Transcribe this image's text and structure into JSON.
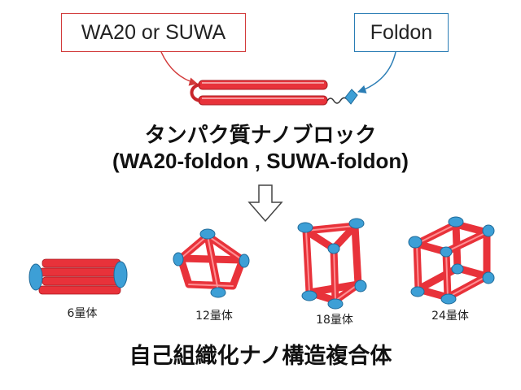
{
  "labels": {
    "wa20": "WA20 or SUWA",
    "foldon": "Foldon"
  },
  "titles": {
    "block_name": "タンパク質ナノブロック",
    "block_variants": "(WA20-foldon , SUWA-foldon)",
    "complex_name": "自己組織化ナノ構造複合体"
  },
  "oligomers": [
    {
      "label": "6量体"
    },
    {
      "label": "12量体"
    },
    {
      "label": "18量体"
    },
    {
      "label": "24量体"
    }
  ],
  "colors": {
    "helix": "#e8323a",
    "helix_dark": "#b51c22",
    "foldon": "#3d9fd6",
    "wa_box": "#d23a3a",
    "foldon_box": "#2a7db5"
  }
}
